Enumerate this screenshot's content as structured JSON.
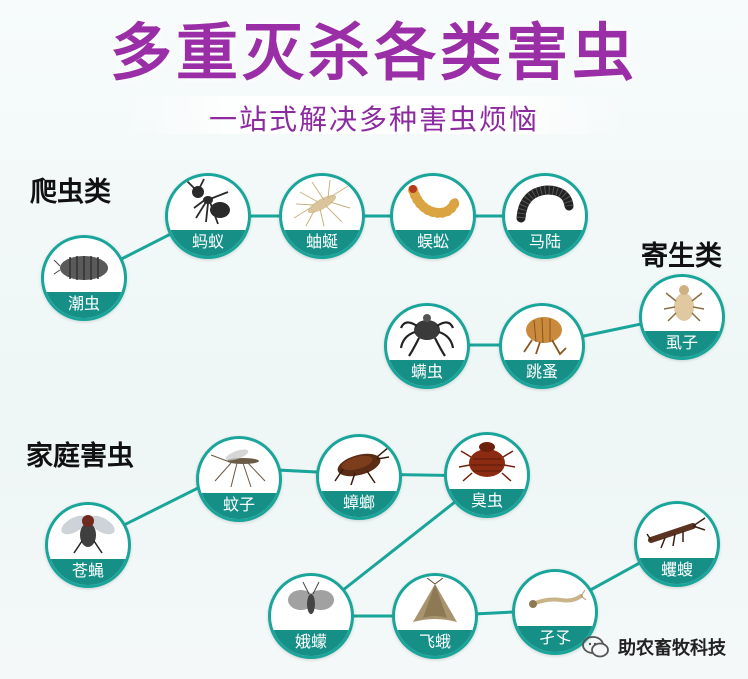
{
  "header": {
    "title": "多重灭杀各类害虫",
    "subtitle": "一站式解决多种害虫烦恼"
  },
  "sections": {
    "crawling": "爬虫类",
    "parasitic": "寄生类",
    "household": "家庭害虫"
  },
  "pests": {
    "chaochong": {
      "label": "潮虫",
      "icon": "pillbug-icon"
    },
    "mayi": {
      "label": "蚂蚁",
      "icon": "ant-icon"
    },
    "youyan": {
      "label": "蚰蜒",
      "icon": "house-centipede-icon"
    },
    "wugong": {
      "label": "蜈蚣",
      "icon": "centipede-icon"
    },
    "malu": {
      "label": "马陆",
      "icon": "millipede-icon"
    },
    "manchong": {
      "label": "螨虫",
      "icon": "mite-icon"
    },
    "tiaozao": {
      "label": "跳蚤",
      "icon": "flea-icon"
    },
    "shizi": {
      "label": "虱子",
      "icon": "louse-icon"
    },
    "cangying": {
      "label": "苍蝇",
      "icon": "fly-icon"
    },
    "wenzi": {
      "label": "蚊子",
      "icon": "mosquito-icon"
    },
    "zhanglang": {
      "label": "蟑螂",
      "icon": "cockroach-icon"
    },
    "chouchong": {
      "label": "臭虫",
      "icon": "bedbug-icon"
    },
    "emeng": {
      "label": "娥蠓",
      "icon": "moth-fly-icon"
    },
    "feie": {
      "label": "飞蛾",
      "icon": "moth-icon"
    },
    "jiejue": {
      "label": "孑孓",
      "icon": "larva-icon"
    },
    "qusou": {
      "label": "蠼螋",
      "icon": "earwig-icon"
    }
  },
  "watermark": {
    "text": "助农畜牧科技",
    "icon": "wechat-icon"
  },
  "colors": {
    "title": "#9a2ea6",
    "accent": "#1aa59a",
    "label_bg": "#168f87"
  }
}
